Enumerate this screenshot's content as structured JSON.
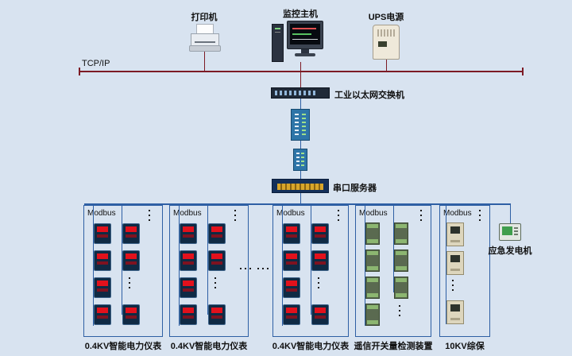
{
  "colors": {
    "background": "#d8e3f0",
    "tcp_bus": "#7d1b25",
    "modbus_bus": "#2e5fa4",
    "meter_display": "#e2111c"
  },
  "network": {
    "tcp_label": "TCP/IP",
    "printer_label": "打印机",
    "host_label": "监控主机",
    "ups_label": "UPS电源",
    "switch_label": "工业以太网交换机",
    "serial_server_label": "串口服务器",
    "generator_label": "应急发电机"
  },
  "field_groups": {
    "modbus_label": "Modbus",
    "bottom_labels": [
      "0.4KV智能电力仪表",
      "0.4KV智能电力仪表",
      "0.4KV智能电力仪表",
      "遥信开关量检测装置",
      "10KV综保"
    ]
  }
}
